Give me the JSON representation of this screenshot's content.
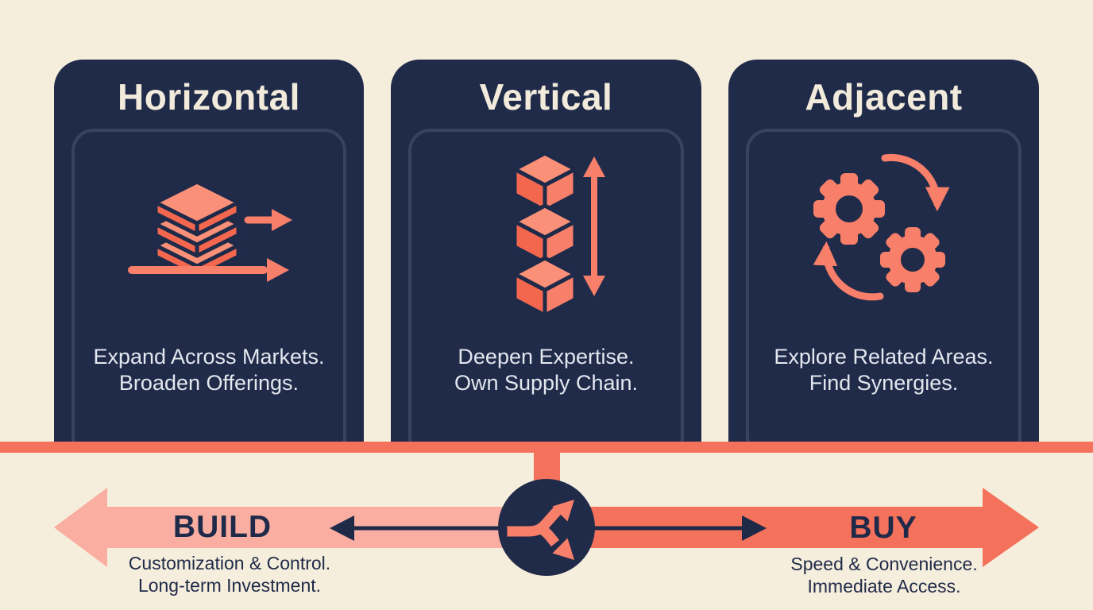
{
  "cards": [
    {
      "title": "Horizontal",
      "icon": "layers-expand-icon",
      "desc_line1": "Expand Across Markets.",
      "desc_line2": "Broaden Offerings."
    },
    {
      "title": "Vertical",
      "icon": "stacked-cubes-icon",
      "desc_line1": "Deepen Expertise.",
      "desc_line2": "Own Supply Chain."
    },
    {
      "title": "Adjacent",
      "icon": "gears-sync-icon",
      "desc_line1": "Explore Related Areas.",
      "desc_line2": "Find Synergies."
    }
  ],
  "axis": {
    "left": {
      "label": "BUILD",
      "sub_line1": "Customization & Control.",
      "sub_line2": "Long-term Investment."
    },
    "right": {
      "label": "BUY",
      "sub_line1": "Speed & Convenience.",
      "sub_line2": "Immediate Access."
    },
    "center_icon": "branch-split-icon"
  },
  "colors": {
    "background": "#F6EEDC",
    "card_navy": "#202B4A",
    "salmon": "#F4715C",
    "icon_salmon": "#F87F69",
    "icon_salmon_light": "#FA9078",
    "pink": "#F9AEA1",
    "navy_text": "#1F2A49",
    "title_text": "#F2EBDC",
    "desc_text": "#E3E7EE"
  }
}
